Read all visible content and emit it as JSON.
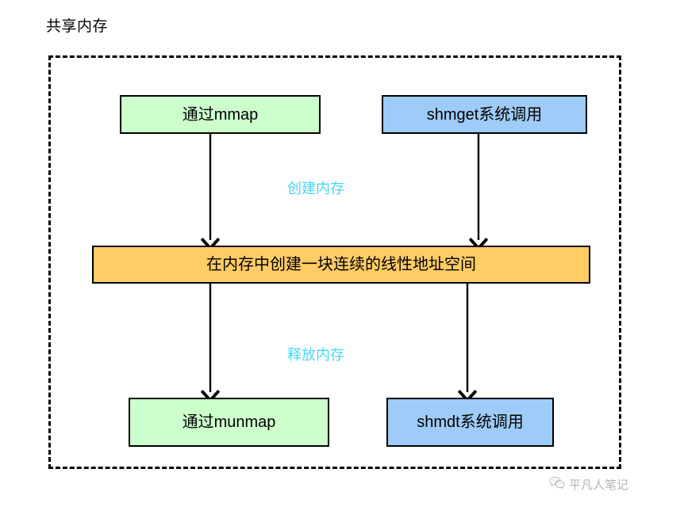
{
  "diagram": {
    "title": "共享内存",
    "nodes": [
      {
        "id": "mmap",
        "label": "通过mmap",
        "color": "#ccffcc"
      },
      {
        "id": "shmget",
        "label": "shmget系统调用",
        "color": "#9ecbf7"
      },
      {
        "id": "region",
        "label": "在内存中创建一块连续的线性地址空间",
        "color": "#ffcc66"
      },
      {
        "id": "munmap",
        "label": "通过munmap",
        "color": "#ccffcc"
      },
      {
        "id": "shmdt",
        "label": "shmdt系统调用",
        "color": "#9ecbf7"
      }
    ],
    "edge_labels": {
      "create": "创建内存",
      "release": "释放内存"
    },
    "edges": [
      {
        "from": "mmap",
        "to": "region",
        "label": "创建内存"
      },
      {
        "from": "shmget",
        "to": "region",
        "label": "创建内存"
      },
      {
        "from": "region",
        "to": "munmap",
        "label": "释放内存"
      },
      {
        "from": "region",
        "to": "shmdt",
        "label": "释放内存"
      }
    ],
    "colors": {
      "green": "#ccffcc",
      "blue": "#9ecbf7",
      "orange": "#ffcc66",
      "edge_label": "#48d7f5",
      "stroke": "#000000",
      "background": "#ffffff"
    }
  },
  "watermark": {
    "icon": "wechat-icon",
    "text": "平凡人笔记"
  }
}
